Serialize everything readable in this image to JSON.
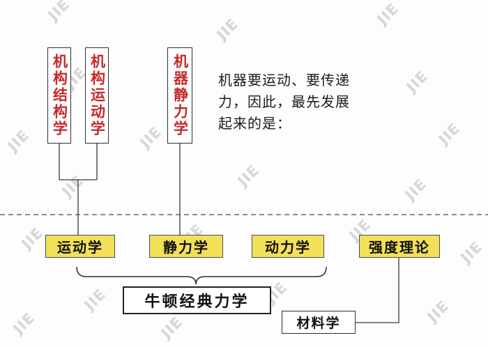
{
  "watermark": {
    "text": "JIE"
  },
  "top_boxes": [
    {
      "label": "机构结构学"
    },
    {
      "label": "机构运动学"
    },
    {
      "label": "机器静力学"
    }
  ],
  "note": {
    "line1": "机器要运动、要传递",
    "line2": "力，因此，最先发展",
    "line3": "起来的是："
  },
  "middle_boxes": [
    {
      "label": "运动学"
    },
    {
      "label": "静力学"
    },
    {
      "label": "动力学"
    },
    {
      "label": "强度理论"
    }
  ],
  "bottom_boxes": {
    "newton": "牛顿经典力学",
    "materials": "材料学"
  },
  "colors": {
    "red_text": "#c62828",
    "yellow_fill": "#f2e05a",
    "box_border": "#2e2e2e",
    "line": "#3a3a3a",
    "watermark": "#d7d7d7"
  }
}
